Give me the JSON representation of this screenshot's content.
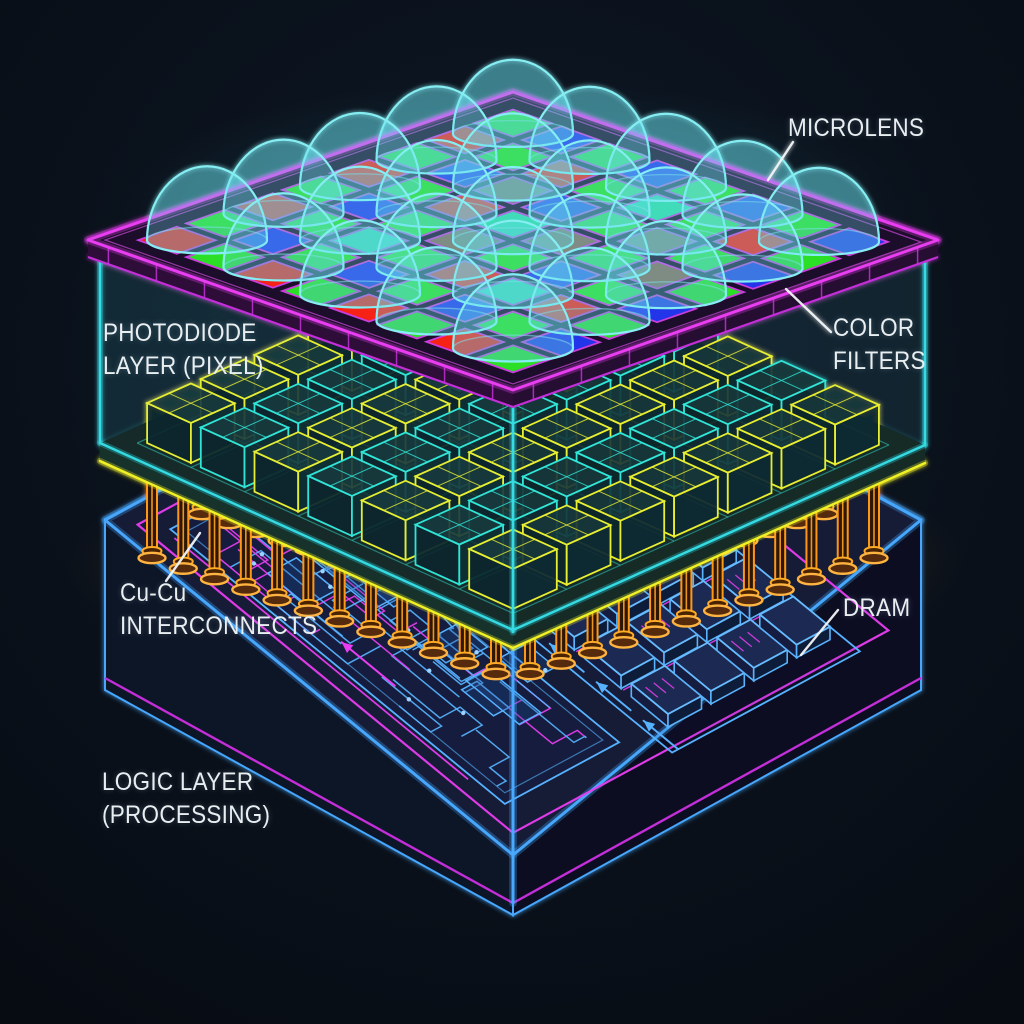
{
  "title": "Stacked image sensor 3D diagram",
  "background": "#070c13",
  "labels": {
    "microlens": {
      "text": "MICROLENS"
    },
    "photodiode": {
      "line1": "PHOTODIODE",
      "line2": "LAYER (PIXEL)"
    },
    "color_filters": {
      "line1": "COLOR",
      "line2": "FILTERS"
    },
    "cu_interconnects": {
      "line1": "Cu-Cu",
      "line2": "INTERCONNECTS"
    },
    "dram": {
      "text": "DRAM"
    },
    "logic": {
      "line1": "LOGIC LAYER",
      "line2": "(PROCESSING)"
    }
  },
  "palette": {
    "magenta": "#e83df0",
    "magenta_dim": "#c32fd8",
    "cyan": "#35dce4",
    "teal_line": "#2fe7d7",
    "yellow": "#f1f128",
    "orange": "#ff9718",
    "orange_bright": "#ffb340",
    "blue": "#47a7fc",
    "blue_light": "#57b2ff",
    "white": "#f2f6f7",
    "filter_red": "#ff2417",
    "filter_green": "#2be626",
    "filter_blue": "#2337f0",
    "filter_teal": "#2fe0a6",
    "filter_brown": "#8b6a57",
    "lens_fill": "rgba(105,225,238,0.30)",
    "lens_stroke": "#86eef2",
    "label_white": "#e9eef1"
  },
  "structure": {
    "microlens_grid": [
      5,
      5
    ],
    "filter_grid": [
      8,
      8
    ],
    "photodiode_grid": [
      7,
      7
    ],
    "pillars_per_row": 12,
    "pillar_rows": 4,
    "dram_block_rows": 3,
    "dram_block_cols": 4
  }
}
